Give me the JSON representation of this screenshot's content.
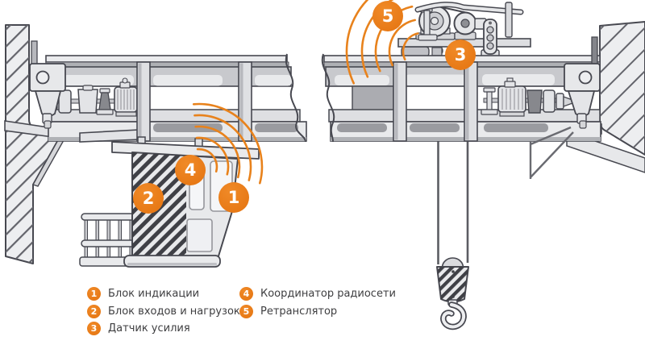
{
  "legend": {
    "items": [
      {
        "number": "1",
        "label": "Блок индикации"
      },
      {
        "number": "2",
        "label": "Блок входов и нагрузок"
      },
      {
        "number": "3",
        "label": "Датчик усилия"
      },
      {
        "number": "4",
        "label": "Координатор радиосети"
      },
      {
        "number": "5",
        "label": "Ретранслятор"
      }
    ]
  },
  "callouts": [
    {
      "number": "1"
    },
    {
      "number": "2"
    },
    {
      "number": "3"
    },
    {
      "number": "4"
    },
    {
      "number": "5"
    }
  ],
  "colors": {
    "accent_orange": "#E87A16",
    "wave_orange": "#E8821C",
    "outline_gray": "#474850",
    "light_gray": "#E9EAEC",
    "mid_gray": "#C8C9CD",
    "text": "#3E3E40",
    "background": "#FFFFFF"
  }
}
